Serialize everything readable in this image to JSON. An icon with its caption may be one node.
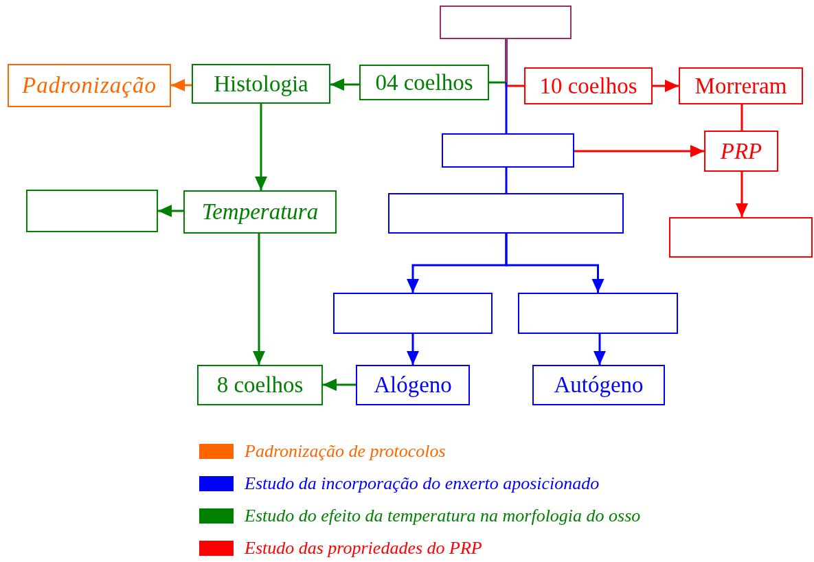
{
  "diagram": {
    "nodes": [
      {
        "text": [],
        "shape": "box"
      },
      {
        "text": [
          "Padronização"
        ]
      },
      {
        "text": [
          "Histologia"
        ]
      },
      {
        "text": [
          "04 coelhos"
        ]
      },
      {
        "text": [
          "10 coelhos"
        ]
      },
      {
        "text": [
          "Morreram"
        ]
      },
      {
        "text": [],
        "shape": "box"
      },
      {
        "text": [
          "PRP"
        ]
      },
      {
        "text": [],
        "shape": "box"
      },
      {
        "text": [
          "Temperatura"
        ]
      },
      {
        "text": [],
        "shape": "box"
      },
      {
        "text": [],
        "shape": "box"
      },
      {
        "text": [],
        "shape": "box"
      },
      {
        "text": [],
        "shape": "box"
      },
      {
        "text": [
          "8 coelhos"
        ]
      },
      {
        "text": [
          "Alógeno"
        ]
      },
      {
        "text": [
          "Autógeno"
        ]
      }
    ],
    "edges": [
      {
        "from": 0,
        "to": 3,
        "arrow": "none",
        "color": "#008000"
      },
      {
        "from": 0,
        "to": 4,
        "arrow": "none",
        "color": "#ff0000"
      },
      {
        "from": 0,
        "to": 6,
        "arrow": "none",
        "color": "#0000ff"
      },
      {
        "from": 3,
        "to": 2,
        "arrow": "to",
        "color": "#008000"
      },
      {
        "from": 2,
        "to": 1,
        "arrow": "to",
        "color": "#ff6600"
      },
      {
        "from": 2,
        "to": 9,
        "arrow": "to",
        "color": "#008000"
      },
      {
        "from": 9,
        "to": 8,
        "arrow": "to",
        "color": "#008000"
      },
      {
        "from": 9,
        "to": 14,
        "arrow": "to",
        "color": "#008000"
      },
      {
        "from": 15,
        "to": 14,
        "arrow": "to",
        "color": "#008000"
      },
      {
        "from": 4,
        "to": 5,
        "arrow": "to",
        "color": "#ff0000"
      },
      {
        "from": 5,
        "to": 7,
        "arrow": "none",
        "color": "#ff0000"
      },
      {
        "from": 6,
        "to": 7,
        "arrow": "to",
        "color": "#ff0000"
      },
      {
        "from": 7,
        "to": 11,
        "arrow": "to",
        "color": "#ff0000"
      },
      {
        "from": 6,
        "to": 10,
        "arrow": "none",
        "color": "#0000ff"
      },
      {
        "from": 10,
        "to": 12,
        "arrow": "to",
        "color": "#0000ff"
      },
      {
        "from": 10,
        "to": 13,
        "arrow": "to",
        "color": "#0000ff"
      },
      {
        "from": 12,
        "to": 15,
        "arrow": "to",
        "color": "#0000ff"
      },
      {
        "from": 13,
        "to": 16,
        "arrow": "to",
        "color": "#0000ff"
      }
    ],
    "legend": [
      {
        "text": "Padronização de protocolos",
        "color": "#ff6600"
      },
      {
        "text": "Estudo da incorporação do enxerto aposicionado",
        "color": "#0000ff"
      },
      {
        "text": "Estudo do efeito da temperatura na morfologia do osso",
        "color": "#008000"
      },
      {
        "text": "Estudo das propriedades do PRP",
        "color": "#ff0000"
      }
    ]
  }
}
